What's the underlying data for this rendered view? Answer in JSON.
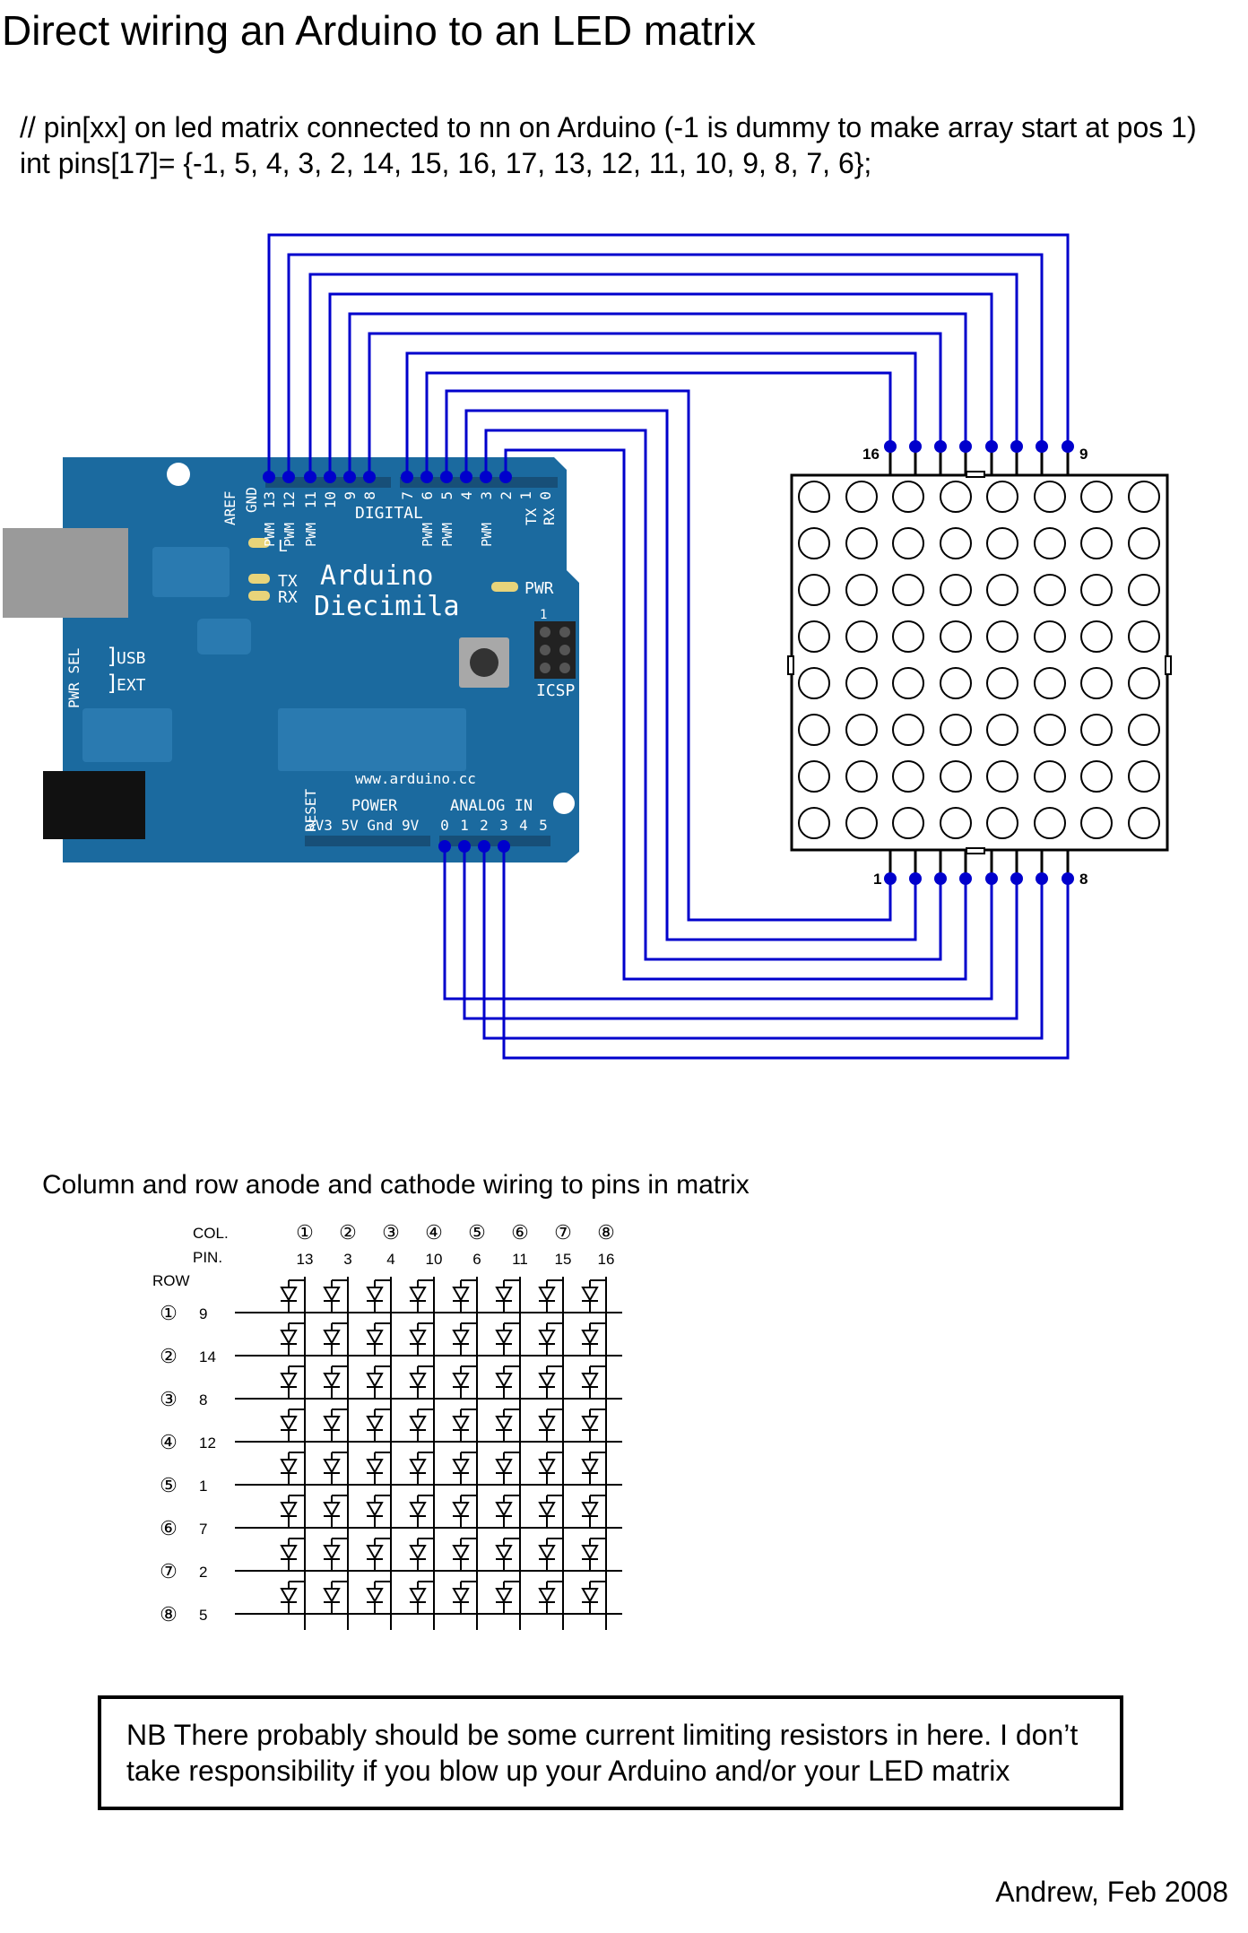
{
  "title": "Direct wiring an Arduino to an LED matrix",
  "code": {
    "comment": "// pin[xx] on led matrix connected to nn on Arduino (-1 is dummy to make array start at pos 1)",
    "declaration": "int pins[17]= {-1, 5, 4, 3, 2, 14, 15, 16, 17, 13, 12, 11, 10, 9, 8, 7, 6};"
  },
  "colors": {
    "wire": "#0000cc",
    "board": "#1b6a9f",
    "board_text": "#ffffff",
    "matrix_border": "#000000"
  },
  "arduino": {
    "name_line1": "Arduino",
    "name_line2": "Diecimila",
    "url": "www.arduino.cc",
    "digital_label": "DIGITAL",
    "digital_pins": [
      "13",
      "12",
      "11",
      "10",
      "9",
      "8",
      "7",
      "6",
      "5",
      "4",
      "3",
      "2",
      "1",
      "0"
    ],
    "pwm_label": "PWM",
    "aref_label": "AREF",
    "gnd_label": "GND",
    "tx_label": "TX",
    "rx_label": "RX",
    "l_label": "L",
    "pwr_label": "PWR",
    "icsp_label": "ICSP",
    "icsp_pin": "1",
    "usb_label": "USB",
    "ext_label": "EXT",
    "pwr_sel_label": "PWR SEL",
    "reset_label": "RESET",
    "power_label": "POWER",
    "power_pins": "3V3 5V Gnd 9V",
    "analog_label": "ANALOG IN",
    "analog_pins": [
      "0",
      "1",
      "2",
      "3",
      "4",
      "5"
    ]
  },
  "matrix": {
    "pin_labels": {
      "top_left": "16",
      "top_right": "9",
      "bottom_left": "1",
      "bottom_right": "8"
    },
    "rows": 8,
    "cols": 8
  },
  "wiring_section": {
    "title": "Column and row anode and cathode wiring to pins in matrix",
    "col_label": "COL.",
    "pin_label": "PIN.",
    "row_label": "ROW",
    "col_numbers": [
      "①",
      "②",
      "③",
      "④",
      "⑤",
      "⑥",
      "⑦",
      "⑧"
    ],
    "col_pins": [
      "13",
      "3",
      "4",
      "10",
      "6",
      "11",
      "15",
      "16"
    ],
    "row_numbers": [
      "①",
      "②",
      "③",
      "④",
      "⑤",
      "⑥",
      "⑦",
      "⑧"
    ],
    "row_pins": [
      "9",
      "14",
      "8",
      "12",
      "1",
      "7",
      "2",
      "5"
    ]
  },
  "note": "NB There probably should be some current limiting resistors in here. I don’t take responsibility if you blow up your Arduino and/or your LED matrix",
  "signature": "Andrew, Feb 2008"
}
